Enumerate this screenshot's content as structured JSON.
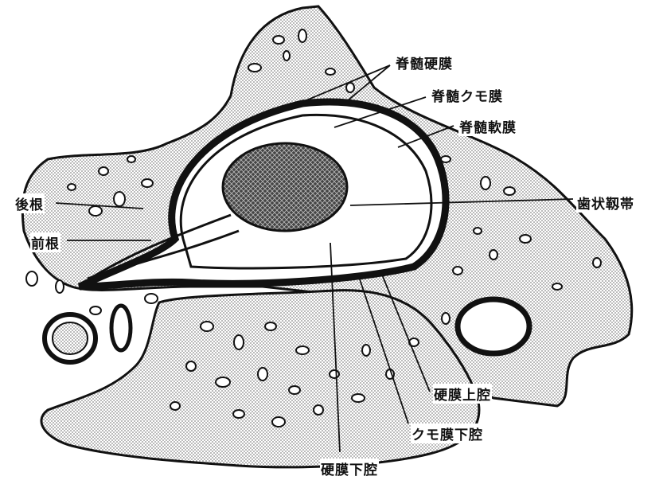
{
  "labels": {
    "spinal_dura": "脊髄硬膜",
    "spinal_arachnoid": "脊髄クモ膜",
    "spinal_pia": "脊髄軟膜",
    "posterior_root": "後根",
    "anterior_root": "前根",
    "denticulate_ligament": "歯状靱帯",
    "epidural_space": "硬膜上腔",
    "subarachnoid_space": "クモ膜下腔",
    "subdural_space": "硬膜下腔"
  },
  "colors": {
    "ink": "#111111",
    "bone_stipple": "#9a9a9a",
    "background": "#ffffff"
  }
}
